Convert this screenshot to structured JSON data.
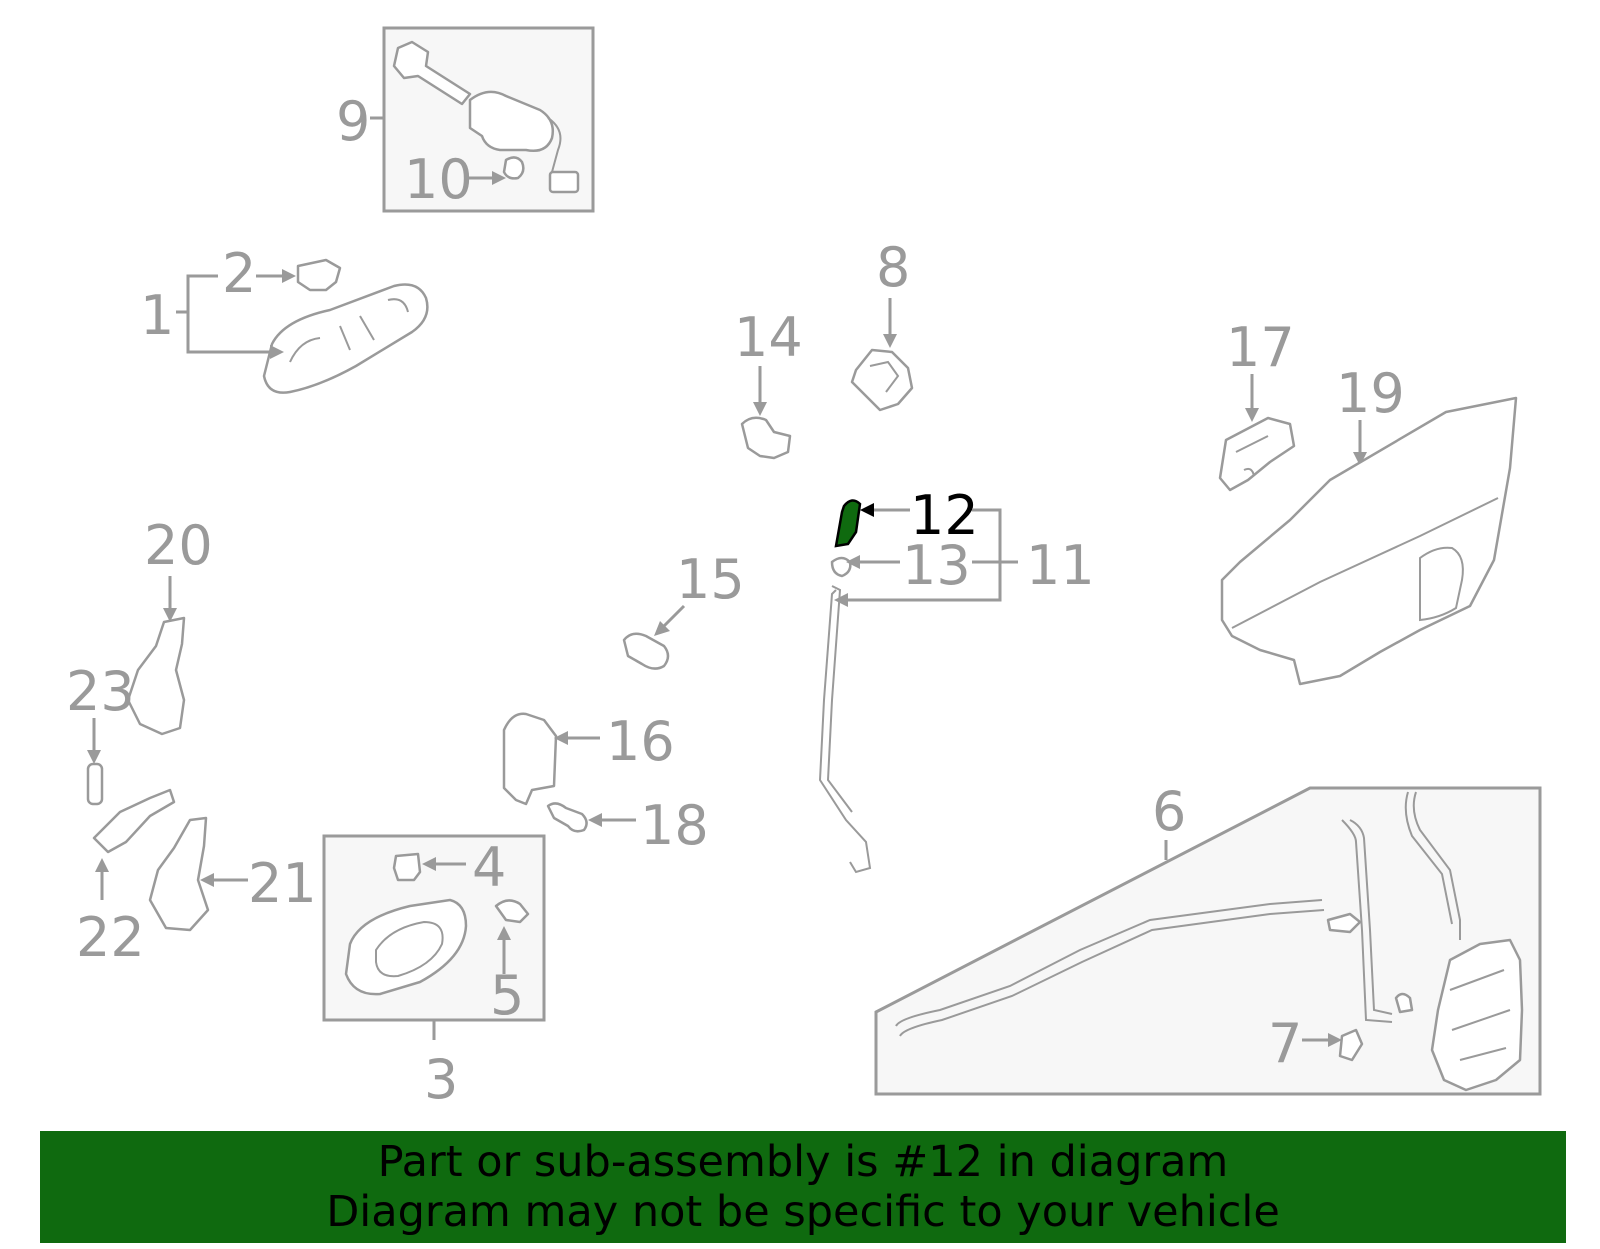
{
  "callouts": {
    "c1": "1",
    "c2": "2",
    "c3": "3",
    "c4": "4",
    "c5": "5",
    "c6": "6",
    "c7": "7",
    "c8": "8",
    "c9": "9",
    "c10": "10",
    "c11": "11",
    "c12": "12",
    "c13": "13",
    "c14": "14",
    "c15": "15",
    "c16": "16",
    "c17": "17",
    "c18": "18",
    "c19": "19",
    "c20": "20",
    "c21": "21",
    "c22": "22",
    "c23": "23"
  },
  "highlight": {
    "part": "12",
    "color": "#0f6a0f"
  },
  "banner": {
    "line1": "Part or sub-assembly is #12 in diagram",
    "line2": "Diagram may not be specific to your vehicle",
    "background": "#0f6a0f"
  }
}
